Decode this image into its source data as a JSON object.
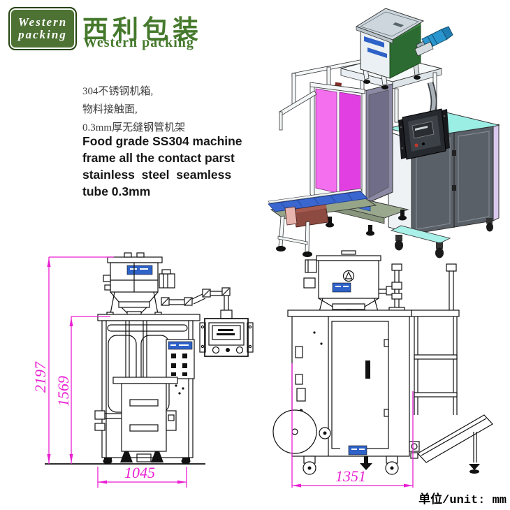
{
  "brand": {
    "logo_line1": "Western",
    "logo_line2": "packing",
    "name_cn": "西利包装",
    "name_en": "Western packing",
    "logo_bg": "#4d7233",
    "brand_green": "#45792c"
  },
  "description": {
    "cn_lines": [
      "304不锈钢机箱,",
      "物料接触面,",
      "0.3mm厚无缝钢管机架"
    ],
    "en_lines": [
      "Food grade SS304 machine",
      "frame all the contact parst",
      "stainless  steel  seamless",
      "tube 0.3mm"
    ]
  },
  "drawings": {
    "front_view": {
      "name": "front view line drawing",
      "dim_total_height": "2197",
      "dim_body_height": "1569",
      "dim_width": "1045"
    },
    "side_view": {
      "name": "side view line drawing",
      "dim_width": "1351"
    },
    "unit_label": "单位/unit: mm",
    "dimension_color": "#ea1ed2",
    "line_color": "#111111",
    "label_blue": "#2e62c8"
  },
  "render3d": {
    "alt": "3D render of vertical packaging machine: mixing hopper with blue motor, pink cabinet, packing machine with cyan top and control panel, take-away conveyor",
    "colors": {
      "cabinet_pink": "#e23fe2",
      "cabinet_pink_light": "#f36fee",
      "side_purple": "#8b89a3",
      "hopper_green": "#2c6b31",
      "hopper_lid_gray": "#ccd6dc",
      "motor_blue": "#2a96cf",
      "top_cyan": "#9beee4",
      "doors_gray": "#5a6067",
      "belt_blue": "#3a66cf",
      "frame_olive": "#96a488",
      "motor_brown": "#8d4a40",
      "foot_cyan": "#a8f0e8"
    }
  }
}
